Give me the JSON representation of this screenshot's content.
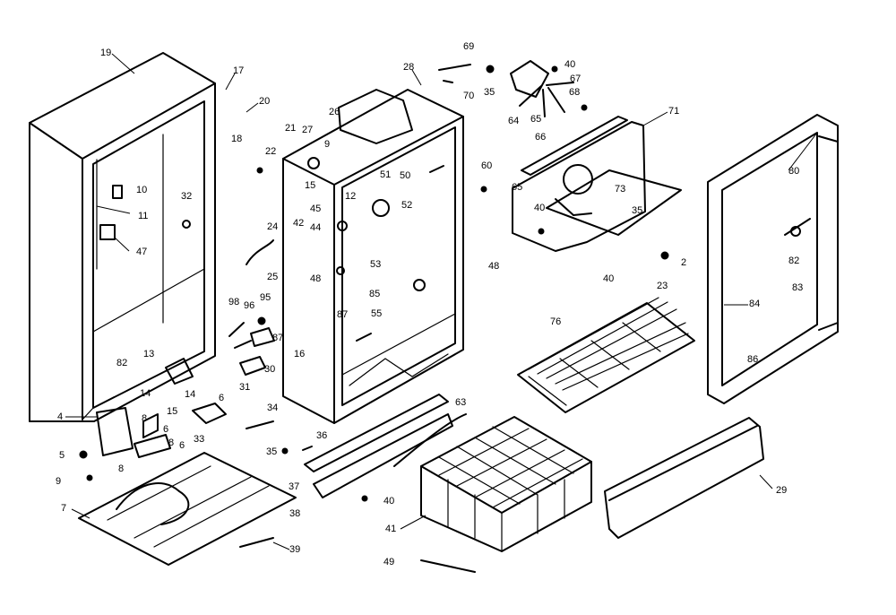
{
  "diagram": {
    "labels": {
      "l2": "2",
      "l4": "4",
      "l5": "5",
      "l6a": "6",
      "l6b": "6",
      "l6c": "6",
      "l7": "7",
      "l8a": "8",
      "l8b": "8",
      "l8c": "8",
      "l9a": "9",
      "l9b": "9",
      "l10": "10",
      "l11": "11",
      "l12": "12",
      "l13": "13",
      "l14a": "14",
      "l14b": "14",
      "l15a": "15",
      "l15b": "15",
      "l16": "16",
      "l17": "17",
      "l18": "18",
      "l19": "19",
      "l20": "20",
      "l21": "21",
      "l22": "22",
      "l23": "23",
      "l24": "24",
      "l25": "25",
      "l26": "26",
      "l27": "27",
      "l28": "28",
      "l29": "29",
      "l30": "30",
      "l31": "31",
      "l32": "32",
      "l33": "33",
      "l34": "34",
      "l35a": "35",
      "l35b": "35",
      "l35c": "35",
      "l36": "36",
      "l37": "37",
      "l38": "38",
      "l39": "39",
      "l40a": "40",
      "l40b": "40",
      "l40c": "40",
      "l40d": "40",
      "l41": "41",
      "l42": "42",
      "l44": "44",
      "l45": "45",
      "l47": "47",
      "l48a": "48",
      "l48b": "48",
      "l49": "49",
      "l50": "50",
      "l51": "51",
      "l52": "52",
      "l53": "53",
      "l55": "55",
      "l60": "60",
      "l63": "63",
      "l64": "64",
      "l65a": "65",
      "l65b": "65",
      "l66": "66",
      "l67": "67",
      "l68": "68",
      "l69": "69",
      "l70": "70",
      "l71": "71",
      "l73": "73",
      "l76": "76",
      "l80": "80",
      "l82a": "82",
      "l82b": "82",
      "l83": "83",
      "l84": "84",
      "l85": "85",
      "l86": "86",
      "l87a": "87",
      "l87b": "87",
      "l95": "95",
      "l96": "96",
      "l98": "98"
    }
  }
}
